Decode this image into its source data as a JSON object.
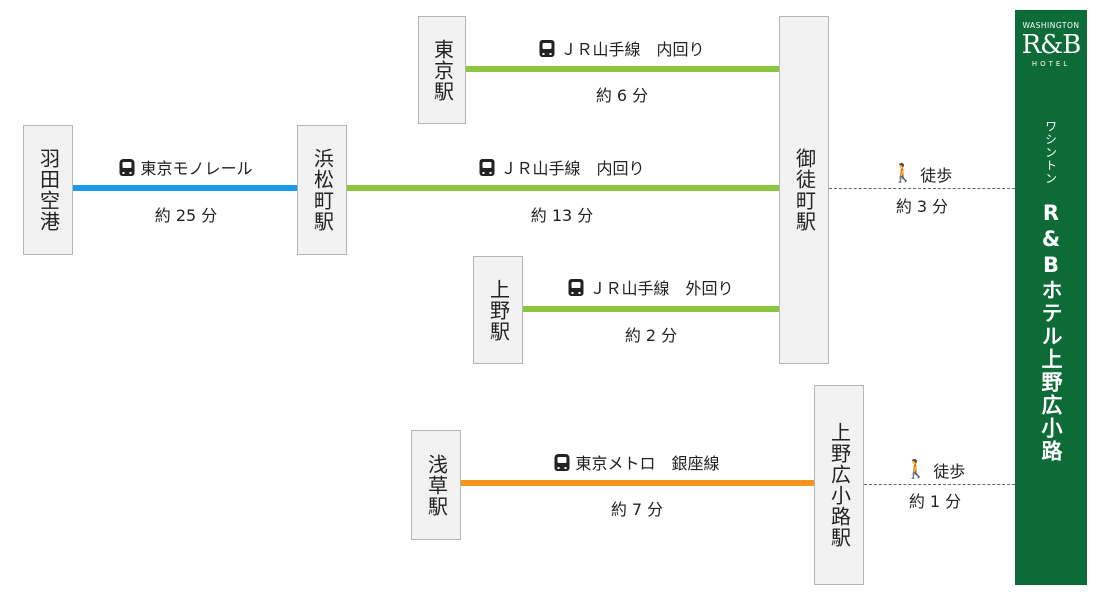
{
  "stations": {
    "tokyo": "東京駅",
    "haneda": "羽田空港",
    "hamamatsucho": "浜松町駅",
    "okachimachi": "御徒町駅",
    "ueno": "上野駅",
    "asakusa": "浅草駅",
    "ueno_hirokoji": "上野広小路駅"
  },
  "routes": {
    "tokyo_line": "ＪＲ山手線　内回り",
    "tokyo_time": "約 6 分",
    "haneda_line": "東京モノレール",
    "haneda_time": "約 25 分",
    "hamamatsucho_line": "ＪＲ山手線　内回り",
    "hamamatsucho_time": "約 13 分",
    "ueno_line": "ＪＲ山手線　外回り",
    "ueno_time": "約 2 分",
    "asakusa_line": "東京メトロ　銀座線",
    "asakusa_time": "約 7 分"
  },
  "walks": {
    "okachimachi_label": "徒歩",
    "okachimachi_time": "約 3 分",
    "hirokoji_label": "徒歩",
    "hirokoji_time": "約 1 分"
  },
  "hotel": {
    "brand_small": "WASHINGTON",
    "logo": "R&B",
    "logo_sub": "HOTEL",
    "kana": "ワシントン",
    "name": "R&Bホテル上野広小路"
  },
  "colors": {
    "jr_yamanote": "#8cc63f",
    "monorail": "#1b9ce8",
    "ginza_line": "#f7931e",
    "hotel_green": "#0c6b37"
  },
  "icons": {
    "train": "train-icon",
    "walk": "walking-person-icon"
  }
}
